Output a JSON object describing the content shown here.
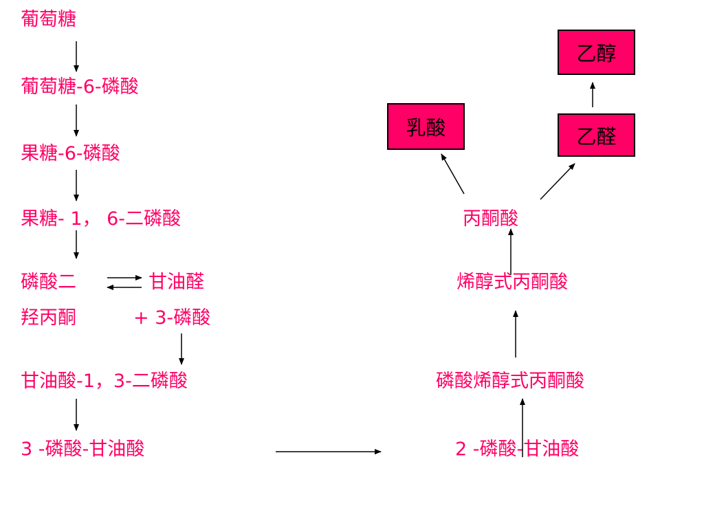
{
  "left_chain": {
    "glucose": "葡萄糖",
    "g6p": "葡萄糖-6-磷酸",
    "f6p": "果糖-6-磷酸",
    "f16bp": "果糖- 1， 6-二磷酸",
    "dhap_line1": "磷酸二",
    "dhap_line2": "羟丙酮",
    "g3p_line1": "甘油醛",
    "g3p_line2": "+ 3-磷酸",
    "bpg": "甘油酸-1，3-二磷酸",
    "pga3": "3 -磷酸-甘油酸"
  },
  "right_chain": {
    "pga2": "2 -磷酸-甘油酸",
    "pep": "磷酸烯醇式丙酮酸",
    "enolpyruvate": "烯醇式丙酮酸",
    "pyruvate": "丙酮酸",
    "lactate": "乳酸",
    "acetaldehyde": "乙醛",
    "ethanol": "乙醇"
  },
  "colors": {
    "text": "#ff0066",
    "box_fill": "#ff0066",
    "box_border": "#000000",
    "arrow": "#000000"
  }
}
